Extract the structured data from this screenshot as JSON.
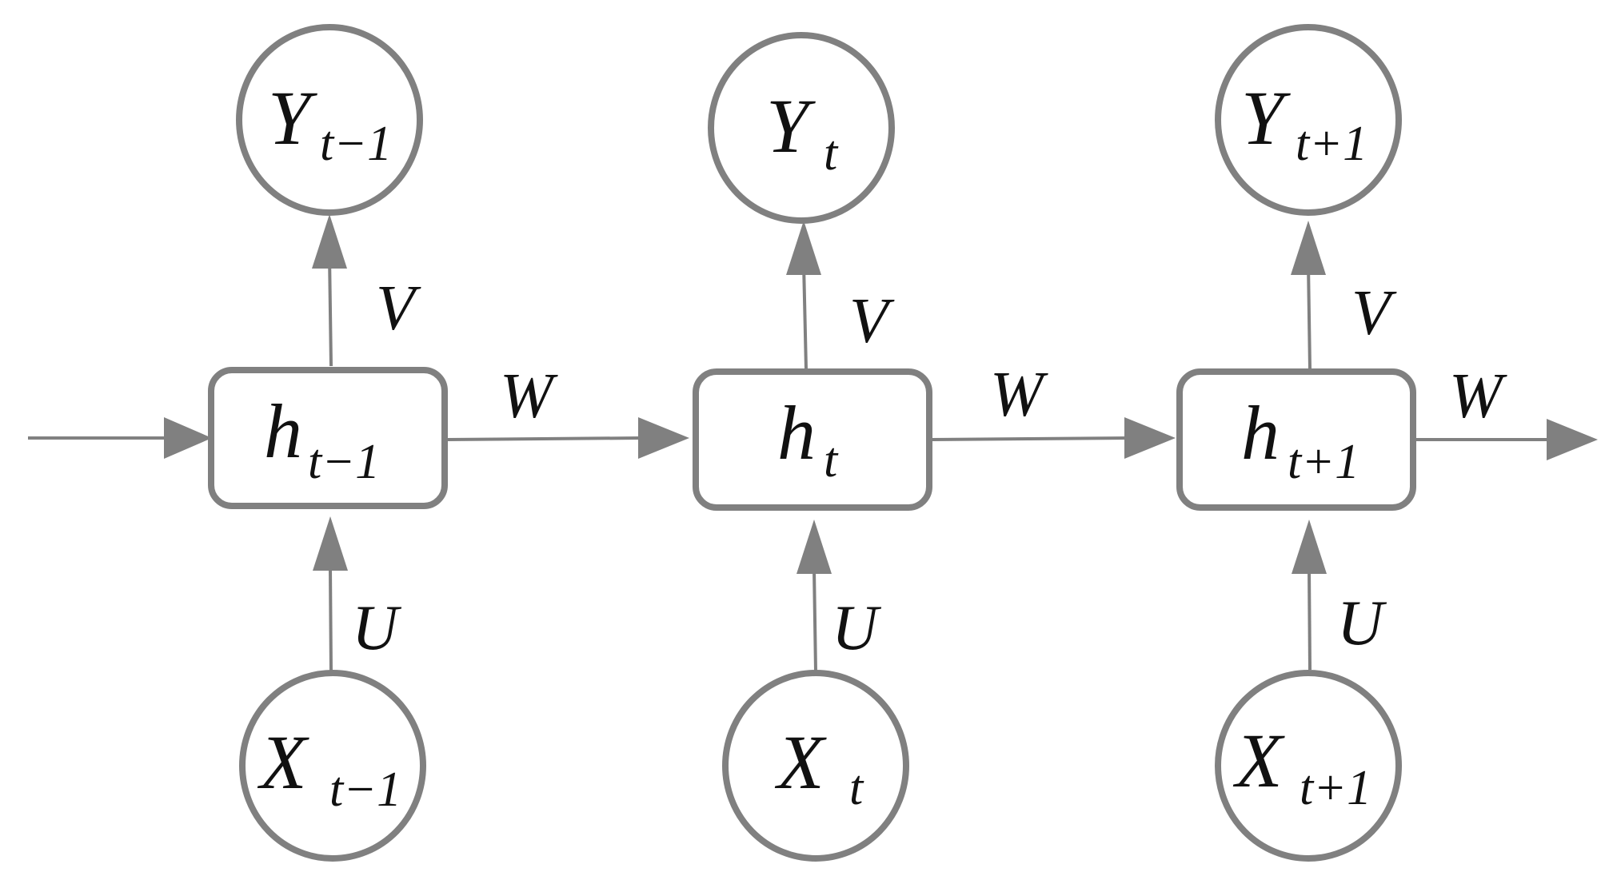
{
  "style": {
    "stroke_color": "#808080",
    "text_color": "#111111",
    "background": "#ffffff"
  },
  "timesteps": [
    {
      "hidden": {
        "symbol": "h",
        "subscript": "t−1"
      },
      "output": {
        "symbol": "Y",
        "subscript": "t−1"
      },
      "input": {
        "symbol": "X",
        "subscript": "t−1"
      },
      "v_label": "V",
      "u_label": "U",
      "w_label": "W"
    },
    {
      "hidden": {
        "symbol": "h",
        "subscript": "t"
      },
      "output": {
        "symbol": "Y",
        "subscript": "t"
      },
      "input": {
        "symbol": "X",
        "subscript": "t"
      },
      "v_label": "V",
      "u_label": "U",
      "w_label": "W"
    },
    {
      "hidden": {
        "symbol": "h",
        "subscript": "t+1"
      },
      "output": {
        "symbol": "Y",
        "subscript": "t+1"
      },
      "input": {
        "symbol": "X",
        "subscript": "t+1"
      },
      "v_label": "V",
      "u_label": "U",
      "w_label": "W"
    }
  ]
}
